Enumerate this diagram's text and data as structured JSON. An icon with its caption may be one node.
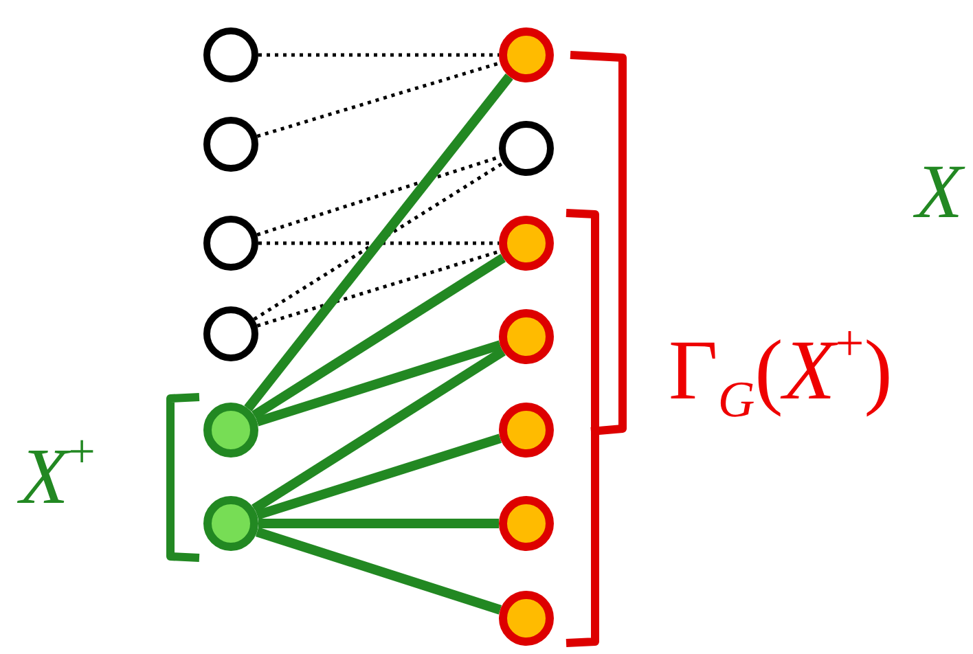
{
  "diagram": {
    "nodes": [
      {
        "text": [],
        "shape": "circle"
      },
      {
        "text": [],
        "shape": "circle"
      },
      {
        "text": [],
        "shape": "circle"
      },
      {
        "text": [],
        "shape": "circle"
      },
      {
        "text": [],
        "shape": "circle"
      },
      {
        "text": [],
        "shape": "circle"
      },
      {
        "text": [],
        "shape": "circle"
      },
      {
        "text": [],
        "shape": "circle"
      },
      {
        "text": [],
        "shape": "circle"
      },
      {
        "text": [],
        "shape": "circle"
      },
      {
        "text": [],
        "shape": "circle"
      },
      {
        "text": [],
        "shape": "circle"
      },
      {
        "text": [],
        "shape": "circle"
      }
    ],
    "edges": [
      {
        "from": 0,
        "to": 6,
        "arrow": "none",
        "style": "dashed",
        "color": "#000000"
      },
      {
        "from": 1,
        "to": 6,
        "arrow": "none",
        "style": "dashed",
        "color": "#000000"
      },
      {
        "from": 2,
        "to": 7,
        "arrow": "none",
        "style": "dashed",
        "color": "#000000"
      },
      {
        "from": 2,
        "to": 8,
        "arrow": "none",
        "style": "dashed",
        "color": "#000000"
      },
      {
        "from": 3,
        "to": 7,
        "arrow": "none",
        "style": "dashed",
        "color": "#000000"
      },
      {
        "from": 3,
        "to": 8,
        "arrow": "none",
        "style": "dashed",
        "color": "#000000"
      },
      {
        "from": 4,
        "to": 6,
        "arrow": "none"
      },
      {
        "from": 4,
        "to": 8,
        "arrow": "none"
      },
      {
        "from": 4,
        "to": 9,
        "arrow": "none"
      },
      {
        "from": 5,
        "to": 9,
        "arrow": "none"
      },
      {
        "from": 5,
        "to": 10,
        "arrow": "none"
      },
      {
        "from": 5,
        "to": 11,
        "arrow": "none"
      },
      {
        "from": 5,
        "to": 12,
        "arrow": "none"
      }
    ],
    "labels": [
      "*X*$^{+}$",
      "Γ$_{G}$(*X*$^{+}$)",
      "*X*"
    ]
  }
}
